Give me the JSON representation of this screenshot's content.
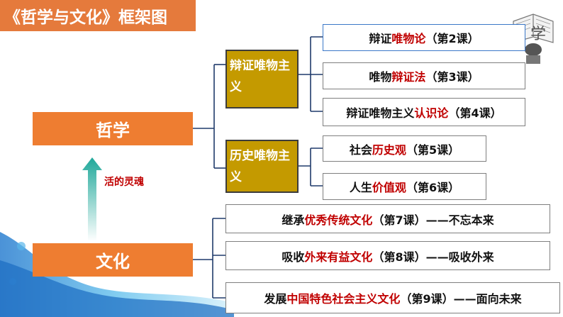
{
  "title": "《哲学与文化》框架图",
  "nodes": {
    "philosophy": "哲学",
    "culture": "文化",
    "soul_label": "活的灵魂",
    "dialectical_materialism": "辩证唯物主义",
    "historical_materialism": "历史唯物主义"
  },
  "lessons": [
    {
      "pre": "辩证",
      "hl": "唯物论",
      "post": "（第2课）"
    },
    {
      "pre": "唯物",
      "hl": "辩证法",
      "post": "（第3课）"
    },
    {
      "pre": "辩证唯物主义",
      "hl": "认识论",
      "post": "（第4课）"
    },
    {
      "pre": "社会",
      "hl": "历史观",
      "post": "（第5课）"
    },
    {
      "pre": "人生",
      "hl": "价值观",
      "post": "（第6课）"
    },
    {
      "pre": "继承",
      "hl": "优秀传统文化",
      "post": "（第7课）——不忘本来"
    },
    {
      "pre": "吸收",
      "hl": "外来有益文化",
      "post": "（第8课）——吸收外来"
    },
    {
      "pre": "发展",
      "hl": "中国特色社会主义文化",
      "post": "（第9课）——面向未来"
    }
  ],
  "decor": {
    "corner_character": "学"
  },
  "colors": {
    "title_bg": "#e57a3c",
    "node_bg": "#ee7d31",
    "gold_bg": "#c49a00",
    "highlight": "#c00000",
    "arrow": "#1fa89a"
  }
}
